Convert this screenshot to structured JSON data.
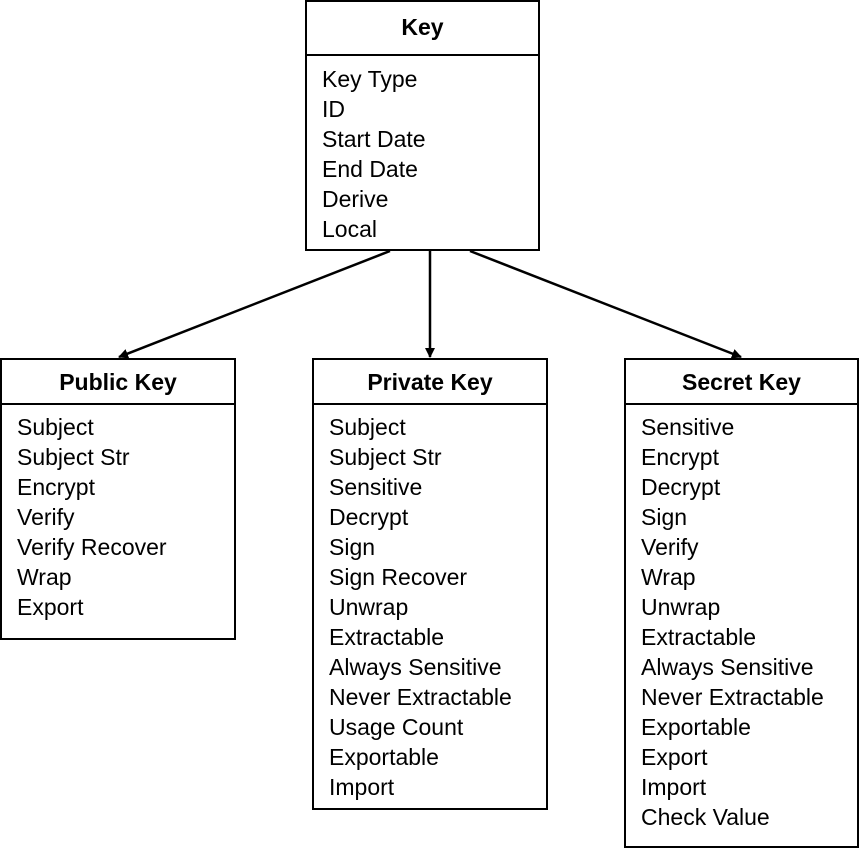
{
  "diagram": {
    "parent": {
      "title": "Key",
      "attributes": [
        "Key Type",
        "ID",
        "Start Date",
        "End Date",
        "Derive",
        "Local"
      ]
    },
    "children": [
      {
        "title": "Public Key",
        "attributes": [
          "Subject",
          "Subject Str",
          "Encrypt",
          "Verify",
          "Verify Recover",
          "Wrap",
          "Export"
        ]
      },
      {
        "title": "Private Key",
        "attributes": [
          "Subject",
          "Subject Str",
          "Sensitive",
          "Decrypt",
          "Sign",
          "Sign Recover",
          "Unwrap",
          "Extractable",
          "Always Sensitive",
          "Never Extractable",
          "Usage Count",
          "Exportable",
          "Import"
        ]
      },
      {
        "title": "Secret Key",
        "attributes": [
          "Sensitive",
          "Encrypt",
          "Decrypt",
          "Sign",
          "Verify",
          "Wrap",
          "Unwrap",
          "Extractable",
          "Always Sensitive",
          "Never Extractable",
          "Exportable",
          "Export",
          "Import",
          "Check Value"
        ]
      }
    ]
  },
  "colors": {
    "line": "#000000",
    "background": "#ffffff",
    "text": "#000000"
  }
}
